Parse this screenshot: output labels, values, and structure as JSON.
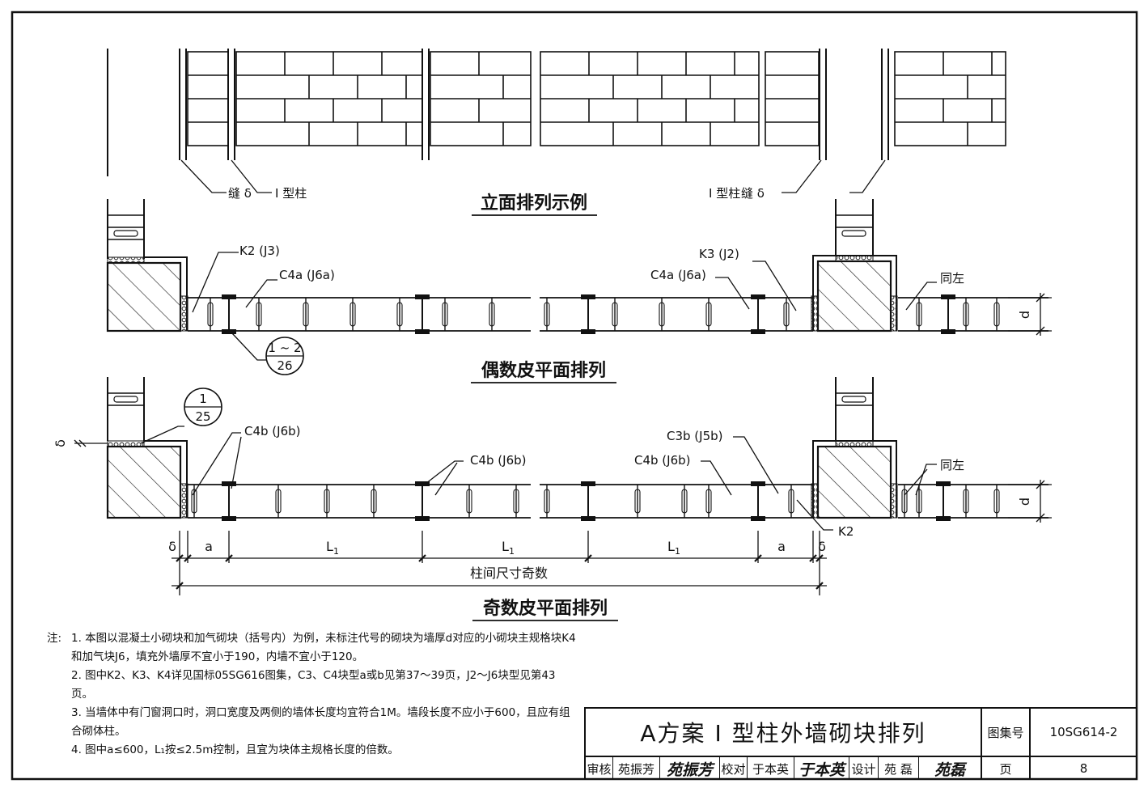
{
  "elevation": {
    "title": "立面排列示例",
    "left_labels": [
      "缝 δ",
      "Ⅰ 型柱"
    ],
    "right_labels": [
      "Ⅰ 型柱",
      "缝 δ"
    ]
  },
  "even_plan": {
    "title": "偶数皮平面排列",
    "labels": {
      "k2": "K2 (J3)",
      "c4a_left": "C4a (J6a)",
      "k3": "K3 (J2)",
      "c4a_right": "C4a (J6a)",
      "same": "同左",
      "d": "d",
      "detail_top": "1 ~ 2",
      "detail_bottom": "26"
    }
  },
  "odd_plan": {
    "title": "奇数皮平面排列",
    "labels": {
      "c4b_1": "C4b (J6b)",
      "c4b_2": "C4b (J6b)",
      "c4b_3": "C4b (J6b)",
      "c3b": "C3b (J5b)",
      "same": "同左",
      "k2": "K2",
      "d": "d",
      "delta": "δ",
      "detail_top": "1",
      "detail_bottom": "25"
    },
    "dimensions": {
      "delta_left": "δ",
      "a_left": "a",
      "l1_1": "L",
      "l1_2": "L",
      "l1_3": "L",
      "sub": "1",
      "a_right": "a",
      "delta_right": "δ",
      "total": "柱间尺寸奇数"
    }
  },
  "notes": {
    "head": "注:",
    "items": [
      "1. 本图以混凝土小砌块和加气砌块（括号内）为例，未标注代号的砌块为墙厚d对应的小砌块主规格块K4和加气块J6，填充外墙厚不宜小于190，内墙不宜小于120。",
      "2. 图中K2、K3、K4详见国标05SG616图集，C3、C4块型a或b见第37～39页，J2～J6块型见第43页。",
      "3. 当墙体中有门窗洞口时，洞口宽度及两侧的墙体长度均宜符合1M。墙段长度不应小于600，且应有组合砌体柱。",
      "4. 图中a≤600，L₁按≤2.5m控制，且宜为块体主规格长度的倍数。"
    ]
  },
  "title_block": {
    "title": "A方案 Ⅰ 型柱外墙砌块排列",
    "atlas_label": "图集号",
    "atlas_no": "10SG614-2",
    "review_label": "审核",
    "reviewer": "苑振芳",
    "reviewer_sig": "苑振芳",
    "check_label": "校对",
    "checker": "于本英",
    "checker_sig": "于本英",
    "design_label": "设计",
    "designer": "苑 磊",
    "designer_sig": "苑磊",
    "page_label": "页",
    "page_no": "8"
  }
}
